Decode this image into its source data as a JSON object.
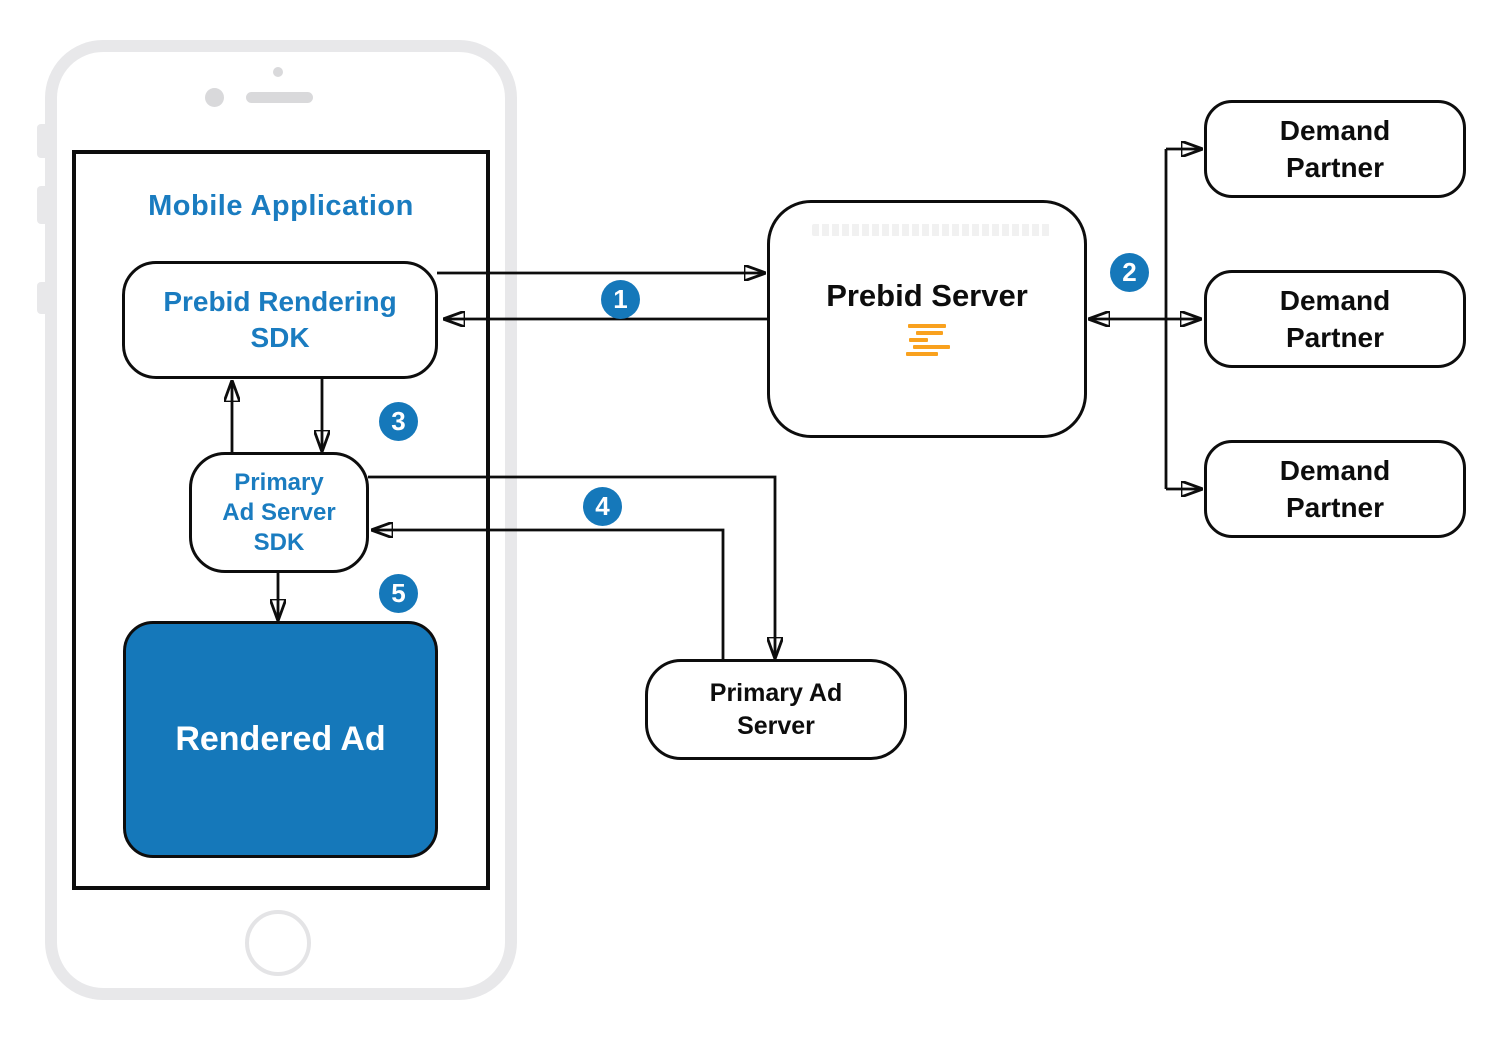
{
  "diagram": {
    "mobile_app": {
      "title": "Mobile Application",
      "prebid_rendering_sdk": {
        "line1": "Prebid Rendering",
        "line2": "SDK"
      },
      "primary_ad_server_sdk": {
        "line1": "Primary",
        "line2": "Ad Server",
        "line3": "SDK"
      },
      "rendered_ad": {
        "label": "Rendered Ad"
      }
    },
    "prebid_server": {
      "label": "Prebid Server",
      "logo": "prebid-logo"
    },
    "primary_ad_server": {
      "line1": "Primary Ad",
      "line2": "Server"
    },
    "demand_partners": [
      {
        "line1": "Demand",
        "line2": "Partner"
      },
      {
        "line1": "Demand",
        "line2": "Partner"
      },
      {
        "line1": "Demand",
        "line2": "Partner"
      }
    ],
    "steps": [
      "1",
      "2",
      "3",
      "4",
      "5"
    ],
    "colors": {
      "accent_blue": "#1578ba",
      "text_blue": "#1a7cc0",
      "logo_orange": "#f9a11e",
      "line_black": "#0d0d0d",
      "phone_gray": "#e8e8ea"
    }
  }
}
